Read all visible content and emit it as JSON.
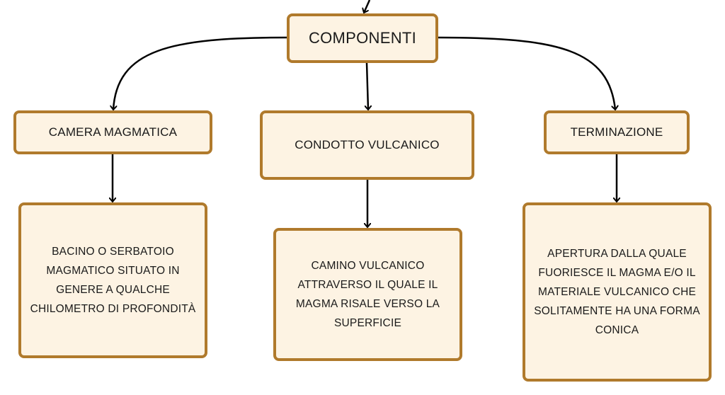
{
  "diagram": {
    "root": {
      "label": "COMPONENTI"
    },
    "branches": [
      {
        "label": "CAMERA MAGMATICA",
        "description": "BACINO O SERBATOIO MAGMATICO SITUATO IN GENERE A QUALCHE CHILOMETRO DI PROFONDITÀ"
      },
      {
        "label": "CONDOTTO VULCANICO",
        "description": "CAMINO VULCANICO ATTRAVERSO IL QUALE IL MAGMA RISALE VERSO LA SUPERFICIE"
      },
      {
        "label": "TERMINAZIONE",
        "description": "APERTURA DALLA QUALE FUORIESCE IL MAGMA E/O IL MATERIALE VULCANICO CHE SOLITAMENTE HA UNA FORMA CONICA"
      }
    ],
    "colors": {
      "node_fill": "#fdf3e3",
      "node_border": "#b07a2c",
      "connector": "#000000"
    }
  }
}
